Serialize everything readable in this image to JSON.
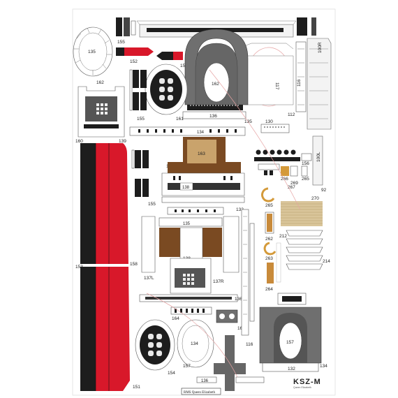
{
  "part_numbers": {
    "p92": "92",
    "p100L": "100L",
    "p100R": "100R",
    "p112": "112",
    "p116": "116",
    "p117": "117",
    "p130": "130",
    "p132a": "132",
    "p132b": "132",
    "p133": "133",
    "p134a": "134",
    "p134b": "134",
    "p134c": "134",
    "p135a": "135",
    "p135b": "135",
    "p135c": "135",
    "p136a": "136",
    "p136b": "136",
    "p136c": "136",
    "p137L": "137L",
    "p137R": "137R",
    "p138a": "138",
    "p138b": "138",
    "p139": "139",
    "p151": "151",
    "p152": "152",
    "p153": "153",
    "p154": "154",
    "p155a": "155",
    "p155b": "155",
    "p155c": "155",
    "p156": "156",
    "p157a": "157",
    "p157b": "157",
    "p158": "158",
    "p159": "159",
    "p160": "160",
    "p161": "161",
    "p162a": "162",
    "p162b": "162",
    "p163a": "163",
    "p163b": "163",
    "p164": "164",
    "p262": "262",
    "p263": "263",
    "p264": "264",
    "p265a": "265",
    "p265b": "265",
    "p266": "266",
    "p267": "267",
    "p269": "269",
    "p270": "270",
    "p212": "212",
    "p214": "214"
  },
  "brand": {
    "logo": "KSZ-M",
    "subtitle": "Queen Elizabeth",
    "footer_title": "RMS Queen Elizabeth"
  },
  "colors": {
    "red": "#d8182a",
    "black": "#1d1d1d",
    "gray": "#6f6f6f",
    "brown": "#7a4a22",
    "tan": "#c9a36c",
    "outline": "#555555"
  }
}
